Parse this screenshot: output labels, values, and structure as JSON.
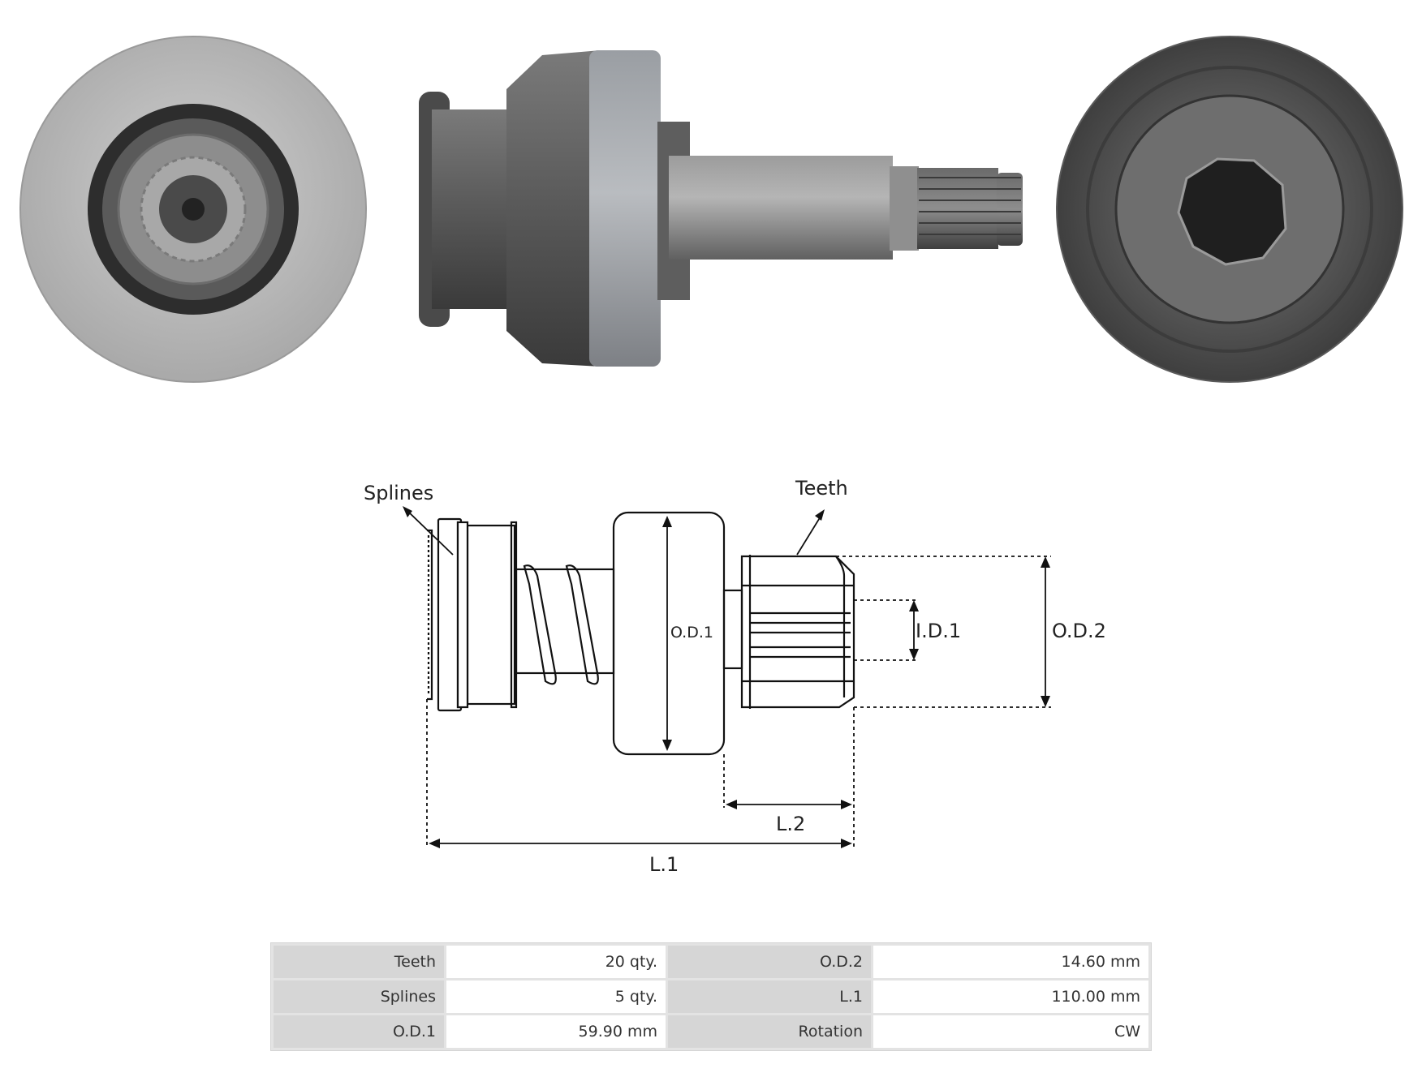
{
  "diagram_labels": {
    "splines": "Splines",
    "teeth": "Teeth",
    "od1": "O.D.1",
    "id1": "I.D.1",
    "od2": "O.D.2",
    "l2": "L.2",
    "l1": "L.1"
  },
  "specs": [
    [
      {
        "label": "Teeth",
        "value": "20 qty."
      },
      {
        "label": "O.D.2",
        "value": "14.60 mm"
      }
    ],
    [
      {
        "label": "Splines",
        "value": "5 qty."
      },
      {
        "label": "L.1",
        "value": "110.00 mm"
      }
    ],
    [
      {
        "label": "O.D.1",
        "value": "59.90 mm"
      },
      {
        "label": "Rotation",
        "value": "CW"
      }
    ]
  ],
  "colors": {
    "grey_cap": "#bdbdbd",
    "metal_dark": "#4f4f4f",
    "metal_mid": "#6b6b6b",
    "shaft": "#8c8c8c",
    "table_key_bg": "#d6d6d6"
  }
}
